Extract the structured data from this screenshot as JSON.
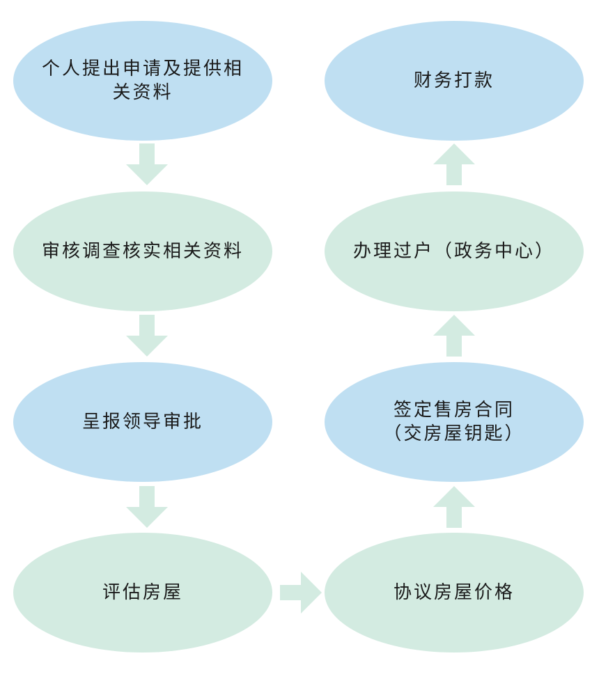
{
  "colors": {
    "blue_node": "#bfdff2",
    "green_node": "#d3ebe1",
    "arrow": "#d3ebe1"
  },
  "nodes": [
    {
      "id": "submit-application",
      "lines": [
        "个人提出申请及提供相",
        "关资料"
      ],
      "color": "blue"
    },
    {
      "id": "review-materials",
      "lines": [
        "审核调查核实相关资料"
      ],
      "color": "green"
    },
    {
      "id": "report-approval",
      "lines": [
        "呈报领导审批"
      ],
      "color": "blue"
    },
    {
      "id": "evaluate-house",
      "lines": [
        "评估房屋"
      ],
      "color": "green"
    },
    {
      "id": "negotiate-price",
      "lines": [
        "协议房屋价格"
      ],
      "color": "green"
    },
    {
      "id": "sign-contract",
      "lines": [
        "签定售房合同",
        "（交房屋钥匙）"
      ],
      "color": "blue"
    },
    {
      "id": "transfer-ownership",
      "lines": [
        "办理过户（政务中心）"
      ],
      "color": "green"
    },
    {
      "id": "finance-payment",
      "lines": [
        "财务打款"
      ],
      "color": "blue"
    }
  ],
  "arrows": [
    {
      "from": "submit-application",
      "to": "review-materials",
      "direction": "down"
    },
    {
      "from": "review-materials",
      "to": "report-approval",
      "direction": "down"
    },
    {
      "from": "report-approval",
      "to": "evaluate-house",
      "direction": "down"
    },
    {
      "from": "evaluate-house",
      "to": "negotiate-price",
      "direction": "right"
    },
    {
      "from": "negotiate-price",
      "to": "sign-contract",
      "direction": "up"
    },
    {
      "from": "sign-contract",
      "to": "transfer-ownership",
      "direction": "up"
    },
    {
      "from": "transfer-ownership",
      "to": "finance-payment",
      "direction": "up"
    }
  ]
}
